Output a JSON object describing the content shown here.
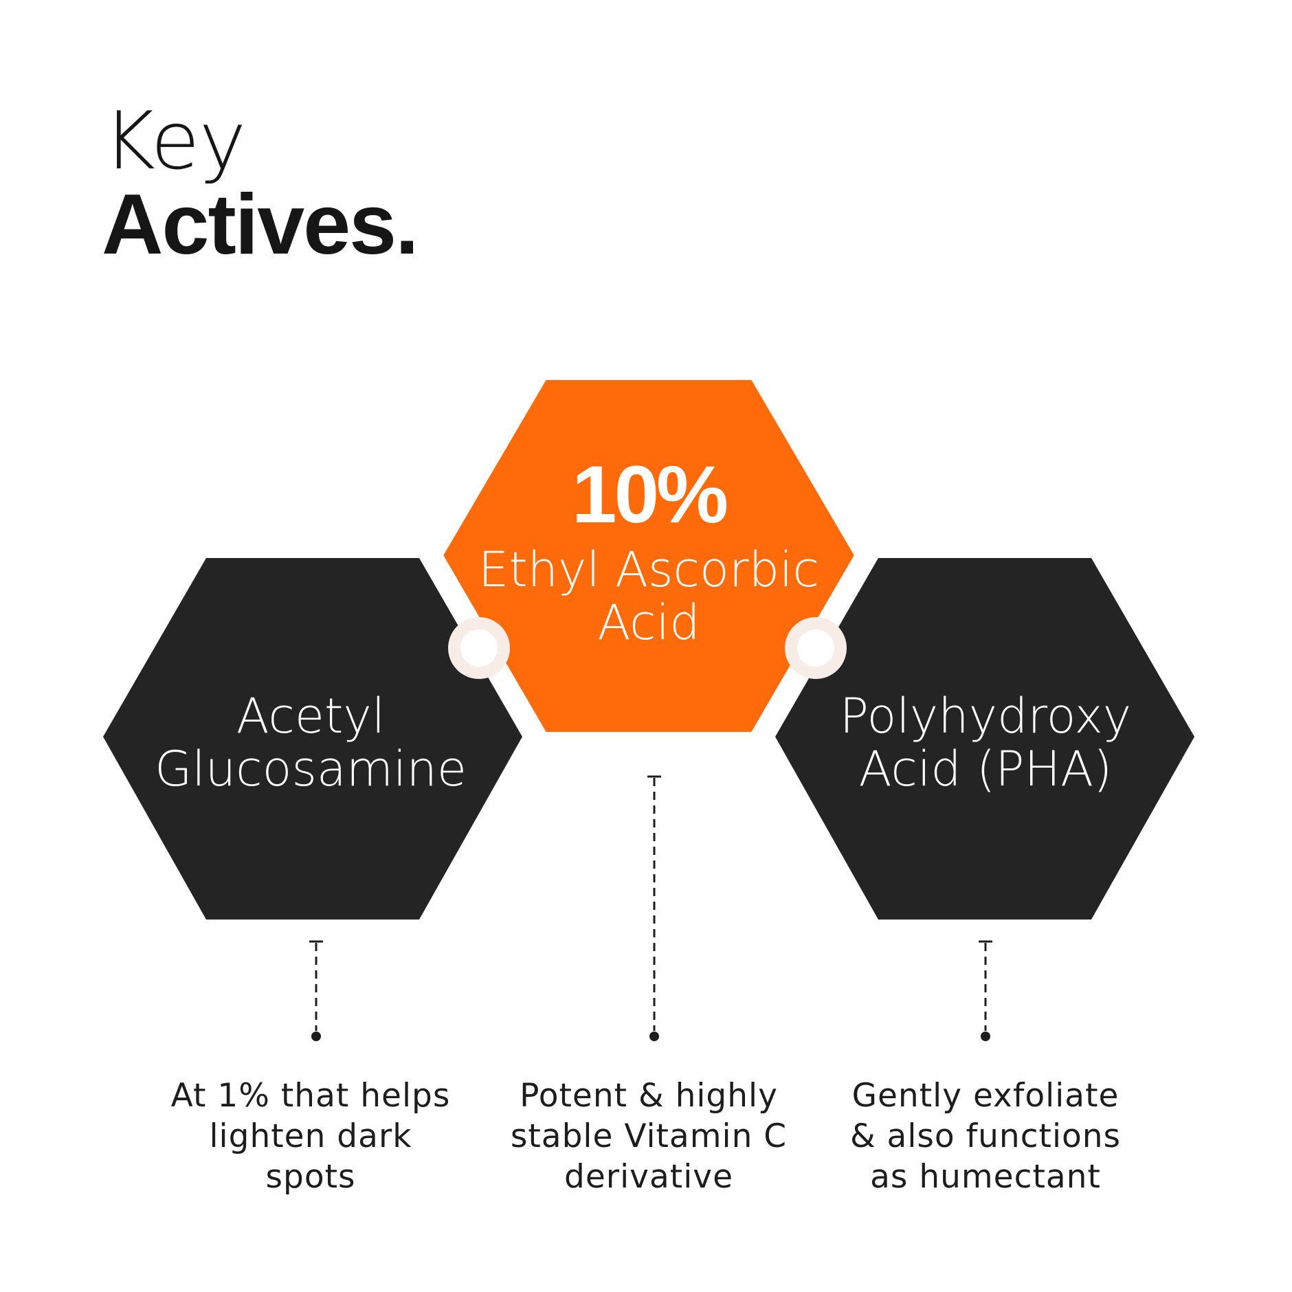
{
  "title": {
    "line1": "Key",
    "line2": "Actives."
  },
  "colors": {
    "accent": "#ff6b0a",
    "dark": "#242424",
    "connector": "#f7ece6"
  },
  "actives": [
    {
      "name_lines": [
        "Acetyl",
        "Glucosamine"
      ],
      "description_lines": [
        "At 1% that helps",
        "lighten dark",
        "spots"
      ]
    },
    {
      "percent": "10%",
      "name_lines": [
        "Ethyl Ascorbic",
        "Acid"
      ],
      "description_lines": [
        "Potent & highly",
        "stable Vitamin C",
        "derivative"
      ]
    },
    {
      "name_lines": [
        "Polyhydroxy",
        "Acid (PHA)"
      ],
      "description_lines": [
        "Gently exfoliate",
        "& also functions",
        "as humectant"
      ]
    }
  ]
}
